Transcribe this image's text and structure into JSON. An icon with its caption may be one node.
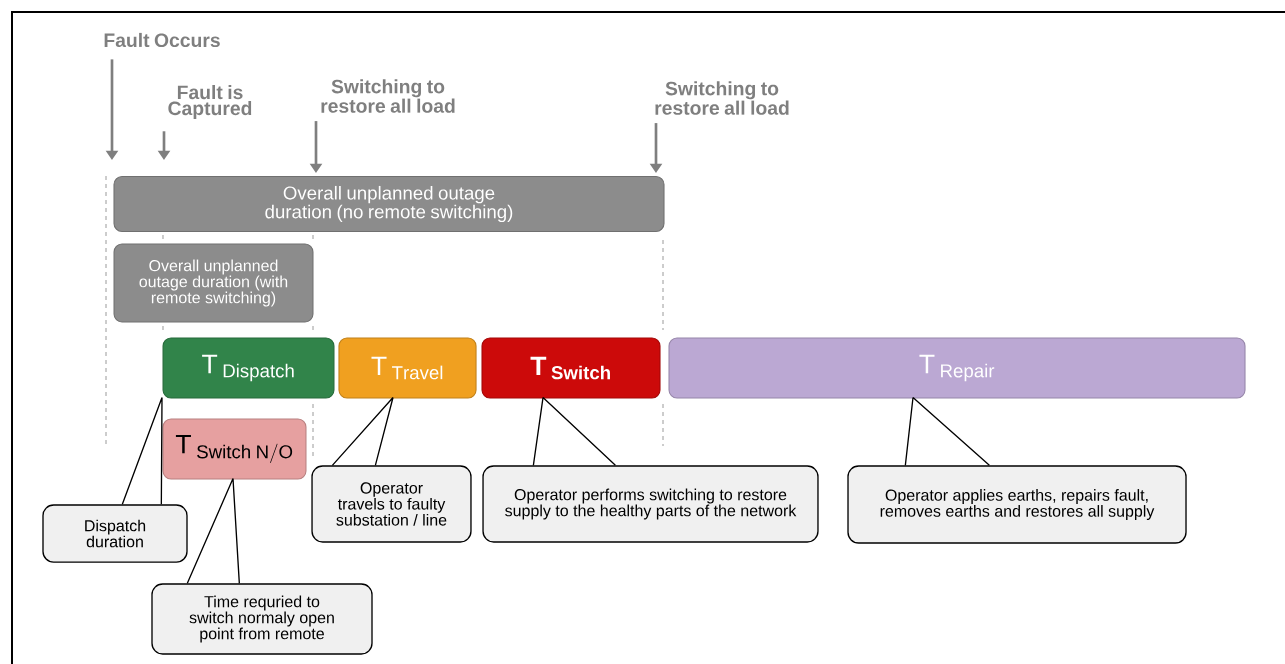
{
  "diagram": {
    "nodes": [
      {
        "text": [
          "Fault Occurs"
        ]
      },
      {
        "text": [
          "Fault is Captured"
        ]
      },
      {
        "text": [
          "Switching to restore all load"
        ]
      },
      {
        "text": [
          "Switching to restore all load"
        ]
      },
      {
        "text": [
          "Overall unplanned outage duration (no remote switching)"
        ]
      },
      {
        "text": [
          "Overall unplanned outage duration (with remote switching)"
        ]
      },
      {
        "text": [
          "\\mathrm{T}\\ _{\\mathrm{Dispatch}}"
        ]
      },
      {
        "text": [
          "\\mathrm{T}\\,_{\\mathrm{Switch\\ N/O}}"
        ]
      },
      {
        "text": [
          "\\mathrm{T}\\ _{\\mathrm{Travel}}"
        ]
      },
      {
        "text": [
          "\\mathbf{T}\\ _{\\mathbf{Switch}}"
        ]
      },
      {
        "text": [
          "\\mathrm{T}\\ _{\\mathrm{Repair}}"
        ]
      },
      {
        "text": [
          "Dispatch duration"
        ]
      },
      {
        "text": [
          "Time requried to switch normaly open point from remote"
        ]
      },
      {
        "text": [
          "Operator travels to faulty substation / line"
        ]
      },
      {
        "text": [
          "Operator performs switching to restore supply to the healthy parts of the network"
        ]
      },
      {
        "text": [
          "Operator applies earths, repairs fault, removes earths and restores all supply"
        ]
      }
    ],
    "edges": [
      {
        "from": 0,
        "to": null,
        "arrow": "to",
        "color": "#7f7f7f"
      },
      {
        "from": 1,
        "to": null,
        "arrow": "to",
        "color": "#7f7f7f"
      },
      {
        "from": 2,
        "to": 4,
        "arrow": "to",
        "color": "#7f7f7f"
      },
      {
        "from": 3,
        "to": 4,
        "arrow": "to",
        "color": "#7f7f7f"
      },
      {
        "from": 11,
        "to": 6,
        "arrow": "none"
      },
      {
        "from": 12,
        "to": 7,
        "arrow": "none"
      },
      {
        "from": 13,
        "to": 8,
        "arrow": "none"
      },
      {
        "from": 14,
        "to": 9,
        "arrow": "none"
      },
      {
        "from": 15,
        "to": 10,
        "arrow": "none"
      }
    ]
  }
}
